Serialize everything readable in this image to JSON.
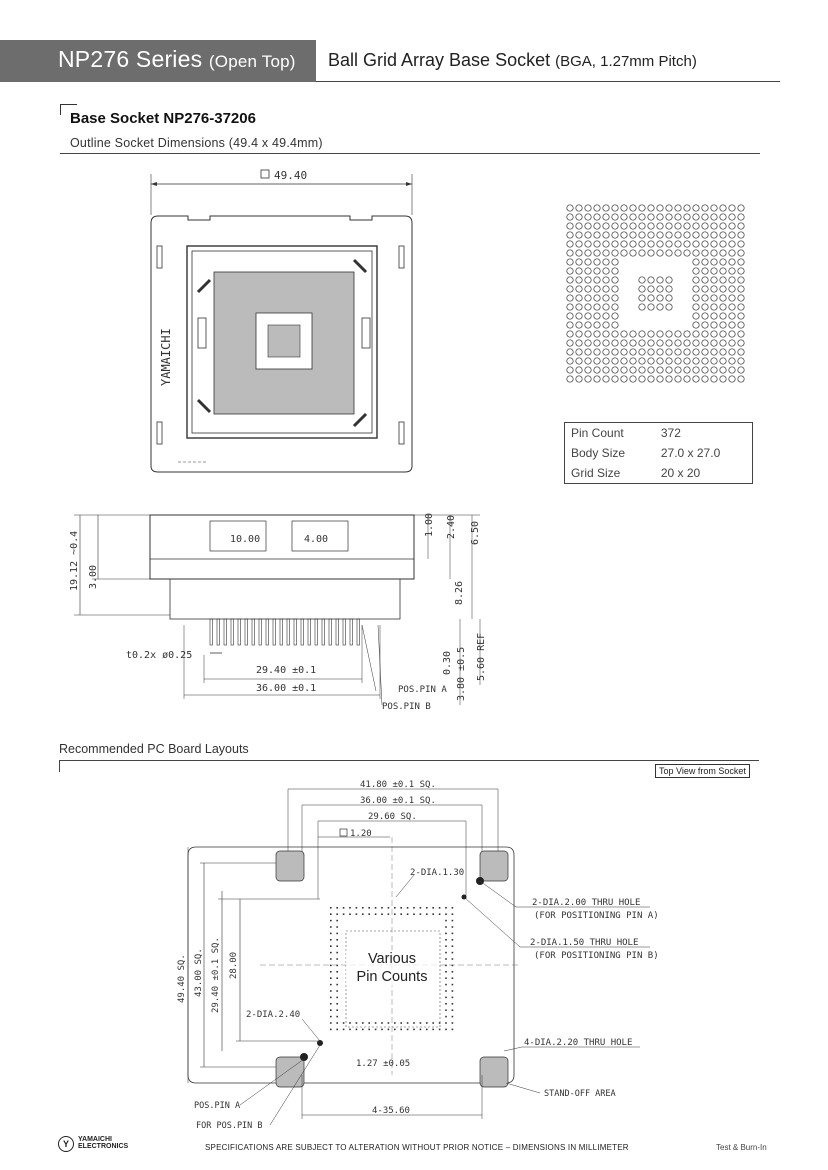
{
  "header": {
    "series_main": "NP276 Series",
    "series_sub": "(Open Top)",
    "title_main": "Ball Grid Array Base Socket",
    "title_sub": "(BGA, 1.27mm Pitch)"
  },
  "section1": {
    "title": "Base Socket NP276-37206",
    "subtitle": "Outline Socket Dimensions (49.4 x 49.4mm)"
  },
  "specs": [
    {
      "label": "Pin Count",
      "value": "372"
    },
    {
      "label": "Body Size",
      "value": "27.0 x 27.0"
    },
    {
      "label": "Grid Size",
      "value": "20 x 20"
    }
  ],
  "outline": {
    "top_dim": "49.40",
    "brand": "YAMAICHI",
    "dim_10": "10.00",
    "dim_4": "4.00",
    "dim_19": "19.12 ~0.4",
    "dim_300": "3.00",
    "dim_100": "1.00",
    "dim_240": "2.40",
    "dim_650": "6.50",
    "dim_826": "8.26",
    "dim_030": "0.30",
    "dim_560": "5.60 REF",
    "dim_380": "3.80 ±0.5",
    "dim_2940": "29.40 ±0.1",
    "dim_3600": "36.00 ±0.1",
    "dim_t02": "t0.2x ø0.25",
    "pos_a": "POS.PIN A",
    "pos_b": "POS.PIN B"
  },
  "section2": {
    "title": "Recommended PC Board Layouts",
    "view_label": "Top View from Socket"
  },
  "layout": {
    "d1": "41.80 ±0.1 SQ.",
    "d2": "36.00 ±0.1 SQ.",
    "d3": "29.60 SQ.",
    "d4": "1.20",
    "dv1": "49.40 SQ.",
    "dv2": "43.00 SQ.",
    "dv3": "29.40 ±0.1 SQ.",
    "dv4": "28.00",
    "dia130": "2-DIA.1.30",
    "dia200": "2-DIA.2.00 THRU HOLE",
    "for_a": "(FOR POSITIONING PIN A)",
    "dia150": "2-DIA.1.50 THRU HOLE",
    "for_b": "(FOR POSITIONING PIN B)",
    "dia240": "2-DIA.2.40",
    "dia220": "4-DIA.2.20 THRU HOLE",
    "pitch": "1.27 ±0.05",
    "standoff": "STAND-OFF AREA",
    "pos_a": "POS.PIN A",
    "pos_b": "FOR POS.PIN B",
    "bottom": "4-35.60",
    "various_1": "Various",
    "various_2": "Pin Counts"
  },
  "footer": {
    "logo_line1": "YAMAICHI",
    "logo_line2": "ELECTRONICS",
    "notice": "SPECIFICATIONS ARE SUBJECT TO ALTERATION WITHOUT PRIOR NOTICE  –  DIMENSIONS IN MILLIMETER",
    "right": "Test & Burn-In"
  }
}
